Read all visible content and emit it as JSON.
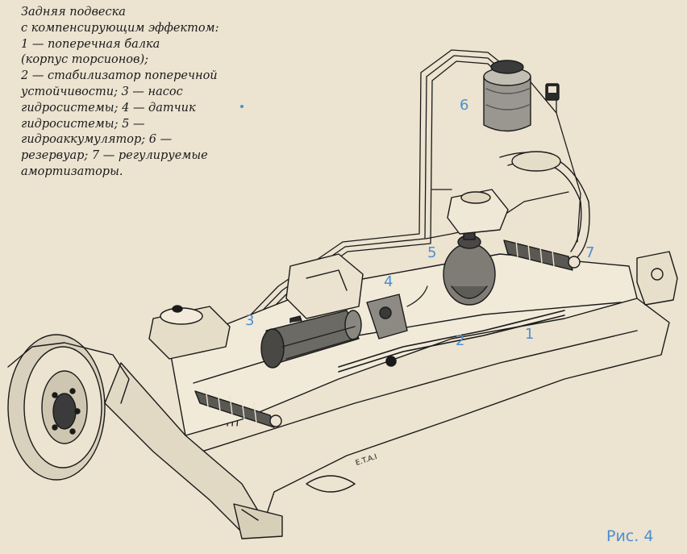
{
  "caption": {
    "lines": [
      "Задняя подвеска",
      "с компенсирующим эффектом:",
      "1 — поперечная балка",
      "(корпус торсионов);",
      "2 — стабилизатор поперечной",
      "устойчивости; 3 — насос",
      "гидросистемы; 4 — датчик",
      "гидросистемы; 5 —",
      "гидроаккумулятор; 6 —",
      "резервуар; 7 — регулируемые",
      "амортизаторы."
    ]
  },
  "callouts": [
    "1",
    "2",
    "3",
    "4",
    "5",
    "6",
    "7"
  ],
  "stamp": "E.T.A.I",
  "figure_label": "Рис. 4",
  "colors": {
    "callout": "#4b8fd0",
    "ink": "#1a1a1a",
    "paper": "#ece3d0"
  }
}
